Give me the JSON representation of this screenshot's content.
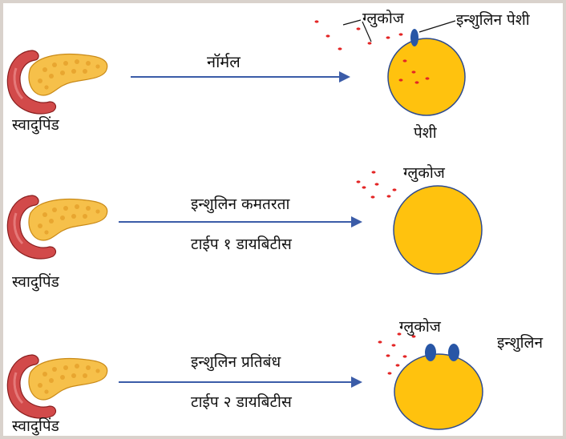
{
  "rows": [
    {
      "organ_label": "स्वादुपिंड",
      "arrow_label": "नॉर्मल",
      "glucose_label": "ग्लुकोज",
      "receptor_label": "इन्शुलिन पेशी",
      "cell_label": "पेशी"
    },
    {
      "organ_label": "स्वादुपिंड",
      "arrow_label": "इन्शुलिन कमतरता",
      "arrow_sublabel": "टाईप १ डायबिटीस",
      "glucose_label": "ग्लुकोज"
    },
    {
      "organ_label": "स्वादुपिंड",
      "arrow_label": "इन्शुलिन प्रतिबंध",
      "arrow_sublabel": "टाईप २ डायबिटीस",
      "glucose_label": "ग्लुकोज",
      "receptor_label": "इन्शुलिन"
    }
  ],
  "colors": {
    "frame": "#d9d2cc",
    "arrow": "#3b5ca8",
    "cell_fill": "#ffc20e",
    "cell_stroke": "#2e4b8f",
    "receptor": "#2856a6",
    "glucose": "#e32626",
    "pancreas_body": "#f6c04a",
    "stomach": "#d24a4a"
  }
}
